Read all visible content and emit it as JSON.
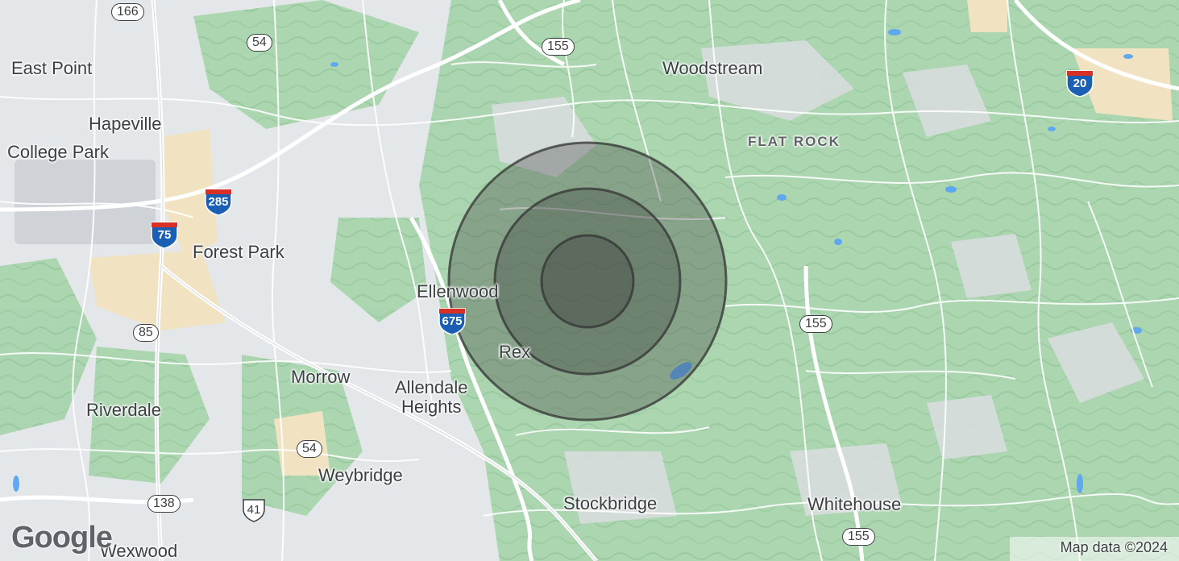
{
  "map": {
    "place_labels": {
      "east_point": "East Point",
      "hapeville": "Hapeville",
      "college_park": "College Park",
      "forest_park": "Forest Park",
      "ellenwood": "Ellenwood",
      "rex": "Rex",
      "morrow": "Morrow",
      "allendale_heights": "Allendale\nHeights",
      "riverdale": "Riverdale",
      "weybridge": "Weybridge",
      "stockbridge": "Stockbridge",
      "whitehouse": "Whitehouse",
      "woodstream": "Woodstream",
      "flat_rock": "FLAT ROCK",
      "wexwood": "Wexwood"
    },
    "state_routes": {
      "r166": "166",
      "r54_north": "54",
      "r155_north": "155",
      "r85": "85",
      "r155_east": "155",
      "r54_south": "54",
      "r138": "138",
      "r155_south": "155"
    },
    "us_routes": {
      "us41": "41"
    },
    "interstates": {
      "i285": "285",
      "i75": "75",
      "i675": "675",
      "i20": "20"
    },
    "radius_rings": 3,
    "ring_fill": "#3c3c3c",
    "water_color": "#5fa8f0",
    "park_color": "#b7dcb9",
    "road_color": "#ffffff",
    "interstate_red": "#d93025",
    "interstate_blue": "#1a5fb4"
  },
  "branding": {
    "logo_text": "Google",
    "attribution": "Map data ©2024"
  }
}
